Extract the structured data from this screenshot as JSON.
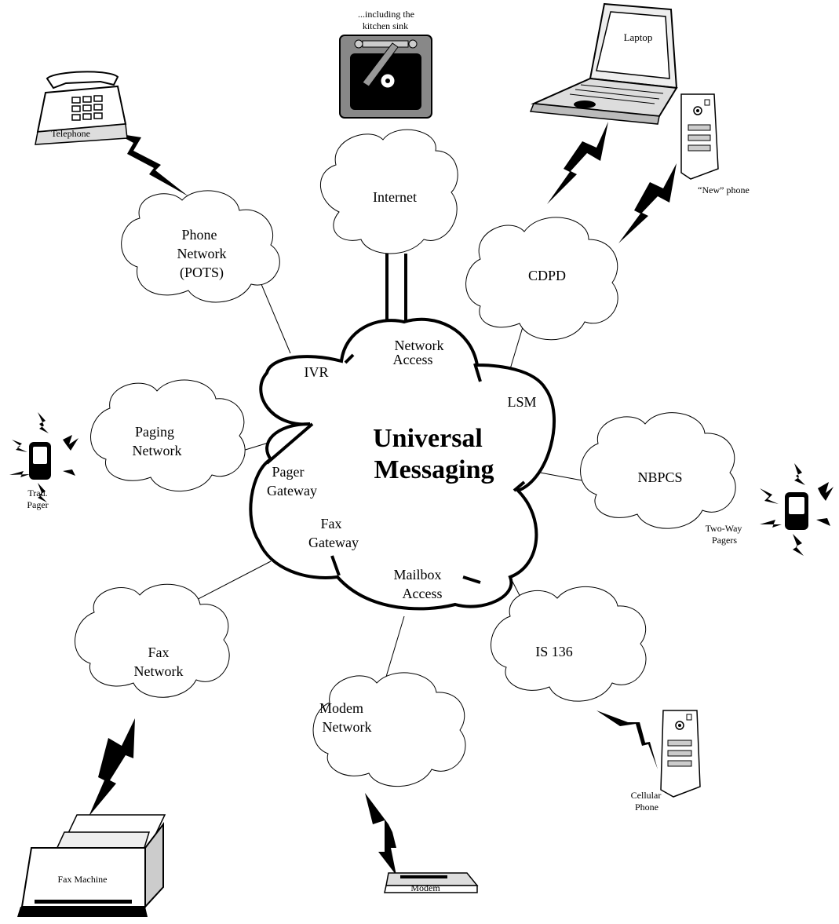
{
  "center": {
    "title_line1": "Universal",
    "title_line2": "Messaging",
    "gateways": {
      "ivr": "IVR",
      "network_access_1": "Network",
      "network_access_2": "Access",
      "lsm": "LSM",
      "pager_gateway_1": "Pager",
      "pager_gateway_2": "Gateway",
      "fax_gateway_1": "Fax",
      "fax_gateway_2": "Gateway",
      "mailbox_access_1": "Mailbox",
      "mailbox_access_2": "Access"
    }
  },
  "networks": {
    "internet": "Internet",
    "phone_1": "Phone",
    "phone_2": "Network",
    "phone_3": "(POTS)",
    "cdpd": "CDPD",
    "paging_1": "Paging",
    "paging_2": "Network",
    "nbpcs": "NBPCS",
    "fax_1": "Fax",
    "fax_2": "Network",
    "modem_1": "Modem",
    "modem_2": "Network",
    "is136": "IS 136"
  },
  "devices": {
    "sink_1": "...including the",
    "sink_2": "kitchen sink",
    "laptop": "Laptop",
    "telephone": "Telephone",
    "new_phone": "“New” phone",
    "trad_pager_1": "Trad.",
    "trad_pager_2": "Pager",
    "two_way_1": "Two-Way",
    "two_way_2": "Pagers",
    "cellular_1": "Cellular",
    "cellular_2": "Phone",
    "fax_machine": "Fax Machine",
    "modem": "Modem"
  }
}
